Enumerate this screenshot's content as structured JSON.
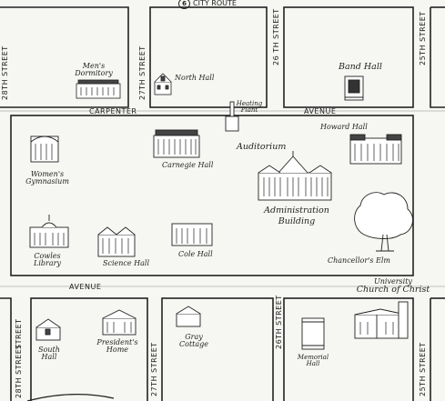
{
  "road_top": {
    "badge": "6",
    "label": "CITY ROUTE"
  },
  "streets": {
    "s28_top": "28TH STREET",
    "s27_top": "27TH STREET",
    "s26_top": "26 TH STREET",
    "s25_top": "25TH STREET",
    "carpenter": "CARPENTER",
    "avenue_top": "AVENUE",
    "avenue_bottom": "AVENUE",
    "s28_bot": "28TH STREET",
    "s27_bot": "27TH STREET",
    "s26_bot": "26TH STREET",
    "s25_bot": "25TH STREET",
    "s_bot_left": "STREET"
  },
  "buildings": {
    "mens_dormitory": [
      "Men's",
      "Dormitory"
    ],
    "north_hall": "North Hall",
    "band_hall": "Band Hall",
    "heating_plant": [
      "Heating",
      "Plant"
    ],
    "womens_gymnasium": [
      "Women's",
      "Gymnasium"
    ],
    "carnegie_hall": "Carnegie Hall",
    "auditorium": "Auditorium",
    "howard_hall": "Howard Hall",
    "administration_building": [
      "Administration",
      "Building"
    ],
    "cowles_library": [
      "Cowles",
      "Library"
    ],
    "science_hall": "Science Hall",
    "cole_hall": "Cole Hall",
    "chancellors_elm": "Chancellor's Elm",
    "south_hall": [
      "South",
      "Hall"
    ],
    "presidents_home": [
      "President's",
      "Home"
    ],
    "gray_cottage": [
      "Gray",
      "Cottage"
    ],
    "memorial_hall": [
      "Memorial",
      "Hall"
    ],
    "church_of_christ": [
      "University",
      "Church of Christ"
    ]
  },
  "colors": {
    "ink": "#222222",
    "paper": "#f6f6f2"
  }
}
